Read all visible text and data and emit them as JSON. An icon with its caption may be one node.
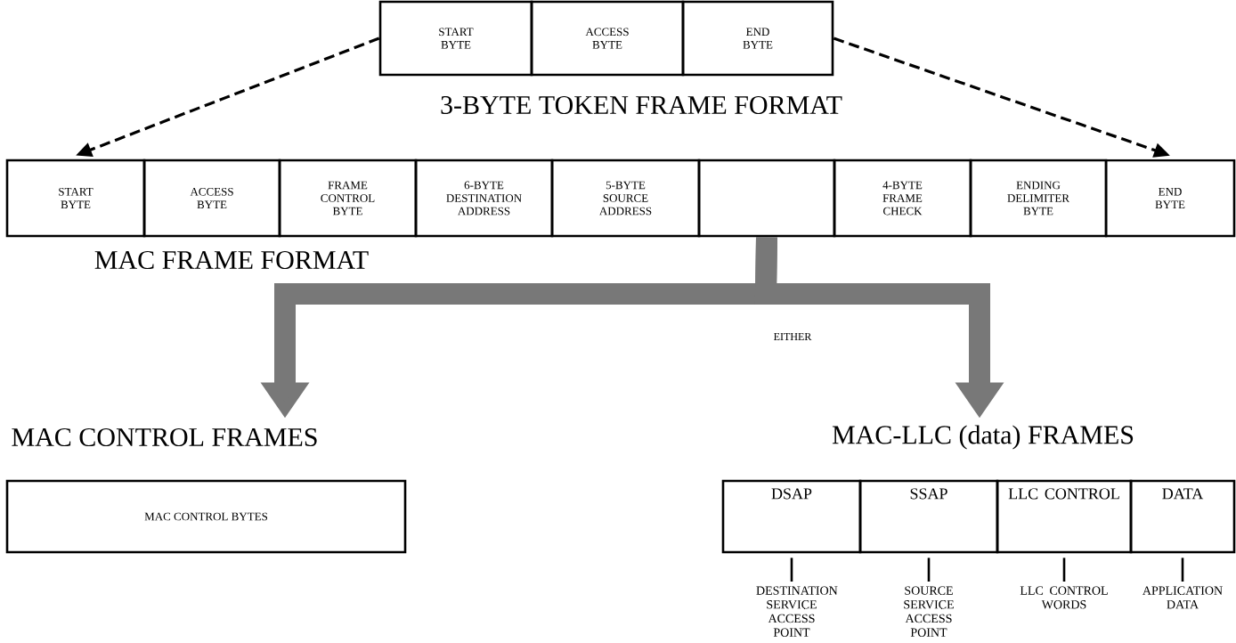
{
  "diagram": {
    "nodes": [
      {
        "text": [
          "START BYTE"
        ]
      },
      {
        "text": [
          "ACCESS BYTE"
        ]
      },
      {
        "text": [
          "END BYTE"
        ]
      },
      {
        "text": [
          "START BYTE"
        ]
      },
      {
        "text": [
          "ACCESS BYTE"
        ]
      },
      {
        "text": [
          "FRAME CONTROL BYTE"
        ]
      },
      {
        "text": [
          "6-BYTE DESTINATION ADDRESS"
        ]
      },
      {
        "text": [
          "5-BYTE SOURCE ADDRESS"
        ]
      },
      {
        "text": [],
        "shape": "box"
      },
      {
        "text": [
          "4-BYTE FRAME CHECK"
        ]
      },
      {
        "text": [
          "ENDING DELIMITER BYTE"
        ]
      },
      {
        "text": [
          "END BYTE"
        ]
      },
      {
        "text": [
          "MAC CONTROL FRAMES",
          "MAC CONTROL BYTES"
        ]
      },
      {
        "text": [
          "MAC-LLC (data) FRAMES"
        ]
      },
      {
        "text": [
          "DSAP"
        ]
      },
      {
        "text": [
          "SSAP"
        ]
      },
      {
        "text": [
          "LLC CONTROL"
        ]
      },
      {
        "text": [
          "DATA"
        ]
      },
      {
        "text": [
          "DESTINATION SERVICE ACCESS POINT"
        ]
      },
      {
        "text": [
          "SOURCE SERVICE ACCESS POINT"
        ]
      },
      {
        "text": [
          "LLC CONTROL WORDS"
        ]
      },
      {
        "text": [
          "APPLICATION DATA"
        ]
      }
    ],
    "edges": [
      {
        "from": 0,
        "to": 3,
        "arrow": "to",
        "style": "dashed"
      },
      {
        "from": 2,
        "to": 11,
        "arrow": "to",
        "style": "dashed"
      },
      {
        "from": 8,
        "to": 12,
        "arrow": "to",
        "style": "thick",
        "color": "#787878"
      },
      {
        "from": 8,
        "to": 13,
        "arrow": "to",
        "style": "thick",
        "color": "#787878",
        "label": "EITHER"
      },
      {
        "from": 18,
        "to": 14,
        "arrow": "none"
      },
      {
        "from": 19,
        "to": 15,
        "arrow": "none"
      },
      {
        "from": 20,
        "to": 16,
        "arrow": "none"
      },
      {
        "from": 21,
        "to": 17,
        "arrow": "none"
      }
    ],
    "labels": [
      "3-BYTE TOKEN FRAME FORMAT",
      "MAC FRAME FORMAT"
    ]
  }
}
